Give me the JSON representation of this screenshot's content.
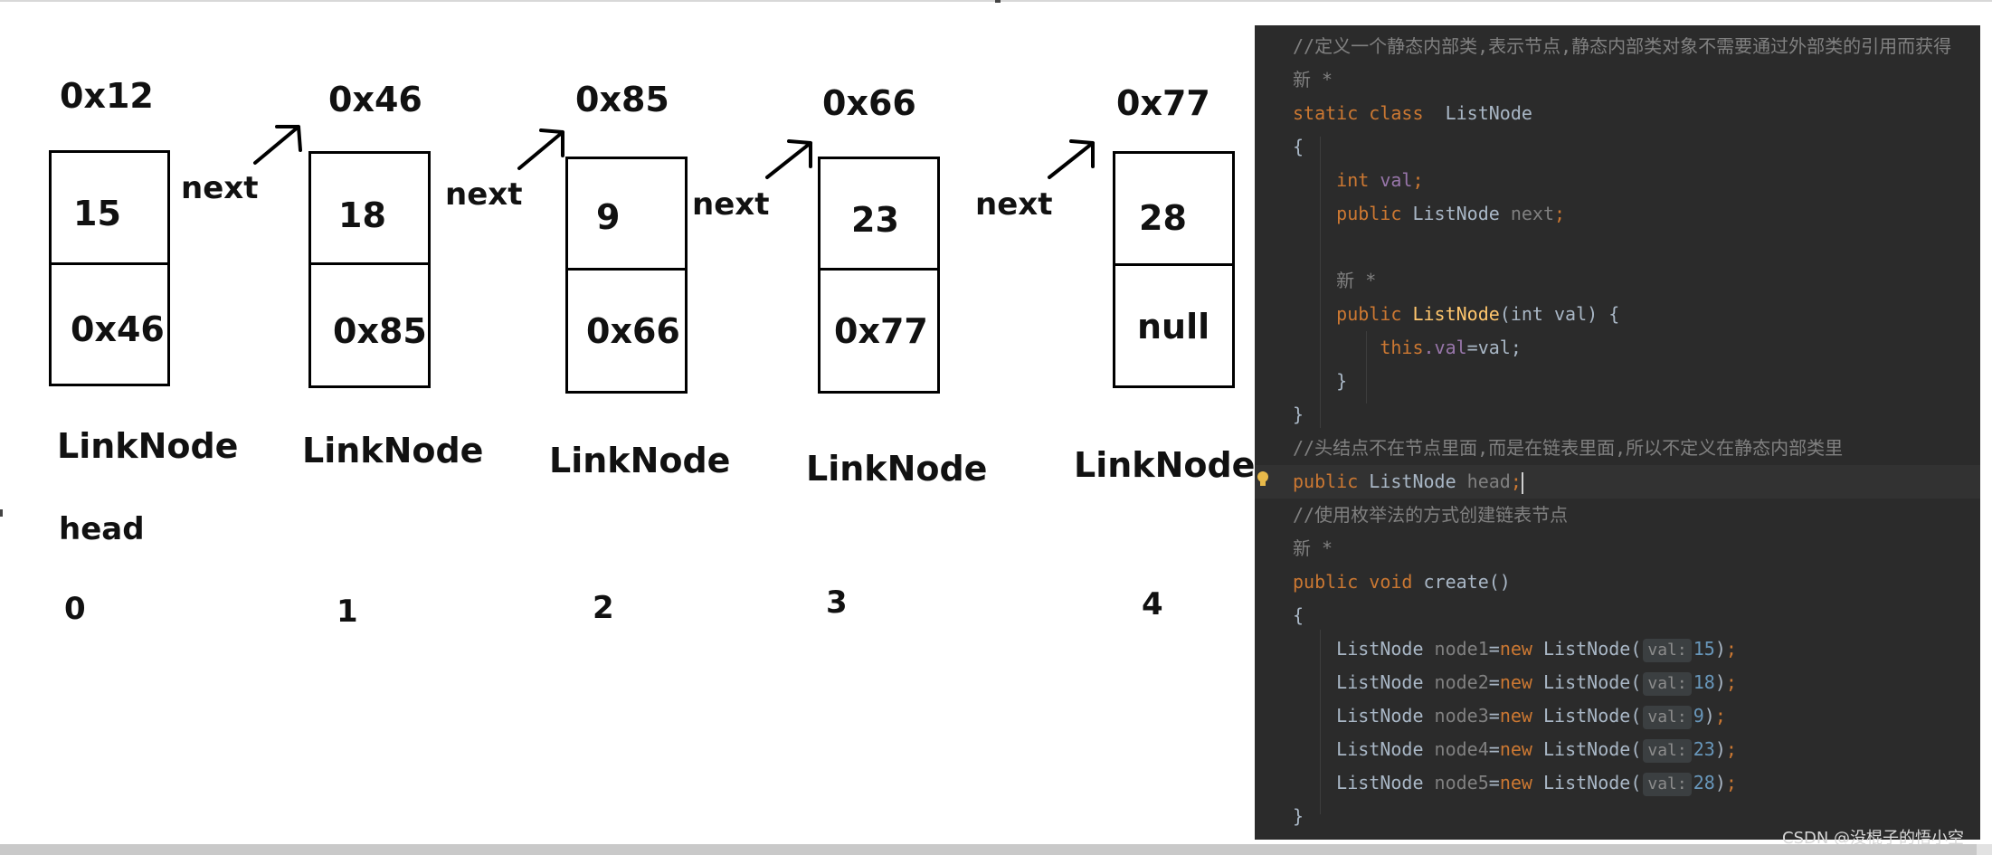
{
  "diagram": {
    "nodes": [
      {
        "address": "0x12",
        "value": "15",
        "next": "0x46",
        "class_label": "LinkNode",
        "index": "0"
      },
      {
        "address": "0x46",
        "value": "18",
        "next": "0x85",
        "class_label": "LinkNode",
        "index": "1"
      },
      {
        "address": "0x85",
        "value": "9",
        "next": "0x66",
        "class_label": "LinkNode",
        "index": "2"
      },
      {
        "address": "0x66",
        "value": "23",
        "next": "0x77",
        "class_label": "LinkNode",
        "index": "3"
      },
      {
        "address": "0x77",
        "value": "28",
        "next": "null",
        "class_label": "LinkNode",
        "index": "4"
      }
    ],
    "next_labels": [
      "next",
      "next",
      "next",
      "next"
    ],
    "head_label": "head"
  },
  "code": {
    "comment_static_class": "//定义一个静态内部类,表示节点,静态内部类对象不需要通过外部类的引用而获得",
    "new_marker": "新 *",
    "kw_static_class": "static class",
    "class_name": "ListNode",
    "open_brace": "{",
    "close_brace": "}",
    "kw_int": "int",
    "field_val": "val",
    "semicolon": ";",
    "kw_public": "public",
    "type_listnode": "ListNode",
    "field_next": "next",
    "ctor_name": "ListNode",
    "ctor_params": "(int val) {",
    "kw_this": "this",
    "assign_val": ".val",
    "assign_rhs": "=val;",
    "comment_head": "//头结点不在节点里面,而是在链表里面,所以不定义在静态内部类里",
    "field_head": "head",
    "comment_create": "//使用枚举法的方式创建链表节点",
    "kw_void": "void",
    "method_create": "create()",
    "kw_new": "new",
    "hint_val": "val:",
    "node_vars": [
      {
        "name": "node1",
        "value": "15"
      },
      {
        "name": "node2",
        "value": "18"
      },
      {
        "name": "node3",
        "value": "9"
      },
      {
        "name": "node4",
        "value": "23"
      },
      {
        "name": "node5",
        "value": "28"
      }
    ]
  },
  "watermark": "CSDN @没棍子的悟小空",
  "colors": {
    "editor_bg": "#2b2b2b",
    "keyword": "#cc7832",
    "comment": "#808080",
    "field": "#9876aa",
    "method": "#ffc66d",
    "number": "#6897bb",
    "text": "#a9b7c6"
  }
}
